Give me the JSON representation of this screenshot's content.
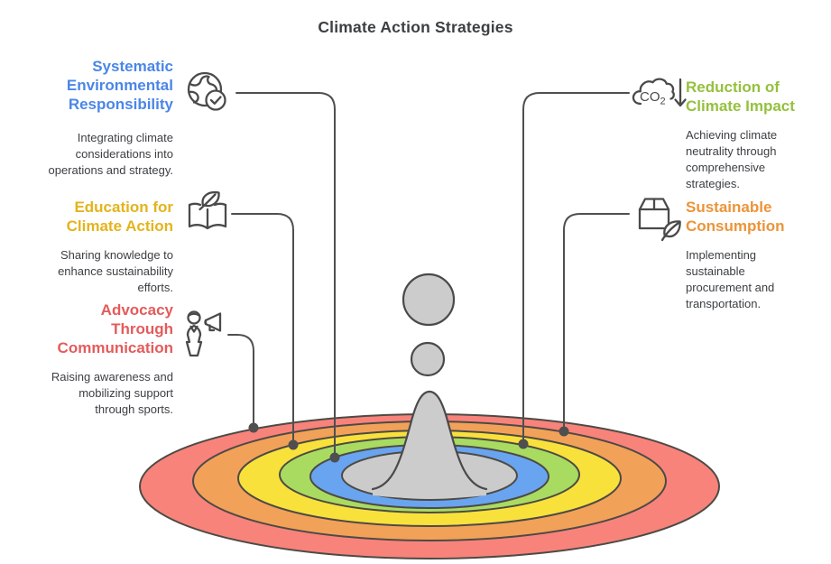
{
  "title": "Climate Action Strategies",
  "strategies": [
    {
      "name": "systematic-environmental-responsibility",
      "title": "Systematic Environmental Responsibility",
      "title_lines": [
        "Systematic",
        "Environmental",
        "Responsibility"
      ],
      "desc": "Integrating climate considerations into operations and strategy.",
      "color": "#4A86E8",
      "icon": "globe-check-icon",
      "ring": "blue"
    },
    {
      "name": "education-for-climate-action",
      "title": "Education for Climate Action",
      "title_lines": [
        "Education for",
        "Climate Action"
      ],
      "desc": "Sharing knowledge to enhance sustainability efforts.",
      "color": "#E3B41C",
      "icon": "book-leaf-icon",
      "ring": "yellow"
    },
    {
      "name": "advocacy-through-communication",
      "title": "Advocacy Through Communication",
      "title_lines": [
        "Advocacy",
        "Through",
        "Communication"
      ],
      "desc": "Raising awareness and mobilizing support through sports.",
      "color": "#E45B5B",
      "icon": "person-megaphone-icon",
      "ring": "red"
    },
    {
      "name": "reduction-of-climate-impact",
      "title": "Reduction of Climate Impact",
      "title_lines": [
        "Reduction of",
        "Climate Impact"
      ],
      "desc": "Achieving climate neutrality through comprehensive strategies.",
      "color": "#94C13D",
      "icon": "co2-reduction-icon",
      "icon_label_main": "CO",
      "icon_label_sub": "2",
      "ring": "green"
    },
    {
      "name": "sustainable-consumption",
      "title": "Sustainable Consumption",
      "title_lines": [
        "Sustainable",
        "Consumption"
      ],
      "desc": "Implementing sustainable procurement and transportation.",
      "color": "#EC9439",
      "icon": "package-leaf-icon",
      "ring": "orange"
    }
  ],
  "ripple": {
    "rings": [
      {
        "name": "red",
        "fill": "#F8837B"
      },
      {
        "name": "orange",
        "fill": "#F2A159"
      },
      {
        "name": "yellow",
        "fill": "#F9E13C"
      },
      {
        "name": "green",
        "fill": "#A9DB61"
      },
      {
        "name": "blue",
        "fill": "#69A4F0"
      },
      {
        "name": "center",
        "fill": "#CBCBCB"
      }
    ],
    "outline": "#4D4A45",
    "droplet_fill": "#CCCCCC",
    "connector_color": "#4F4F4F"
  }
}
